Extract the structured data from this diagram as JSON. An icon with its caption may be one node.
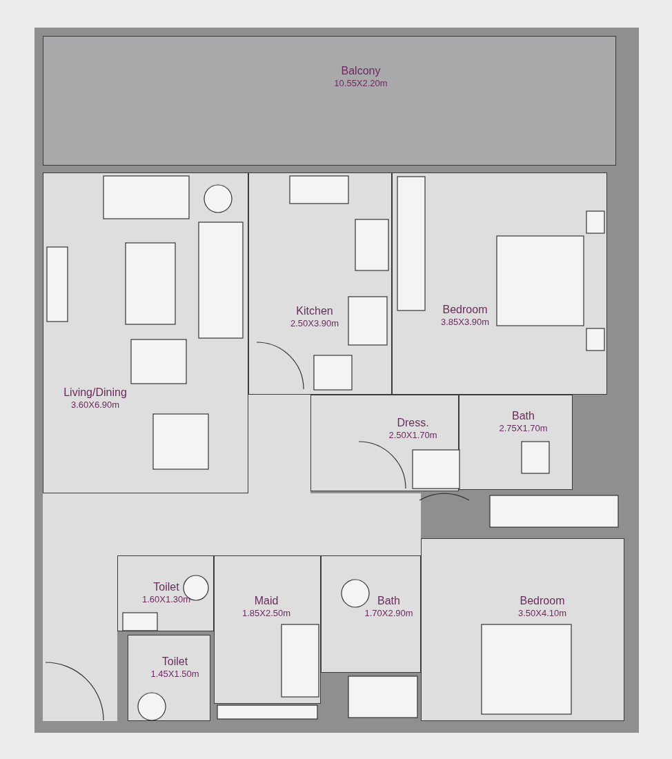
{
  "diagram": {
    "nodes": [
      {
        "text": [
          "Balcony",
          "10.55X2.20m"
        ]
      },
      {
        "text": [
          "Living/Dining",
          "3.60X6.90m"
        ]
      },
      {
        "text": [
          "Kitchen",
          "2.50X3.90m"
        ]
      },
      {
        "text": [
          "Bedroom",
          "3.85X3.90m"
        ]
      },
      {
        "text": [
          "Dress.",
          "2.50X1.70m"
        ]
      },
      {
        "text": [
          "Bath",
          "2.75X1.70m"
        ]
      },
      {
        "text": [
          "Toilet",
          "1.60X1.30m"
        ]
      },
      {
        "text": [
          "Maid",
          "1.85X2.50m"
        ]
      },
      {
        "text": [
          "Bath",
          "1.70X2.90m"
        ]
      },
      {
        "text": [
          "Bedroom",
          "3.50X4.10m"
        ]
      },
      {
        "text": [
          "Toilet",
          "1.45X1.50m"
        ]
      }
    ]
  }
}
